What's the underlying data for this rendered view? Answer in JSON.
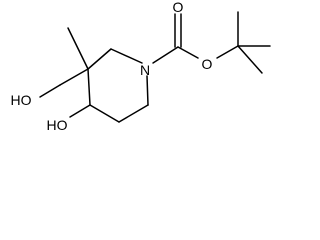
{
  "molecule": {
    "atoms": {
      "n_ring": "N",
      "o_carbonyl": "O",
      "o_ester": "O",
      "o_hydroxymethyl": "HO",
      "o_hydroxyl": "HO"
    }
  }
}
